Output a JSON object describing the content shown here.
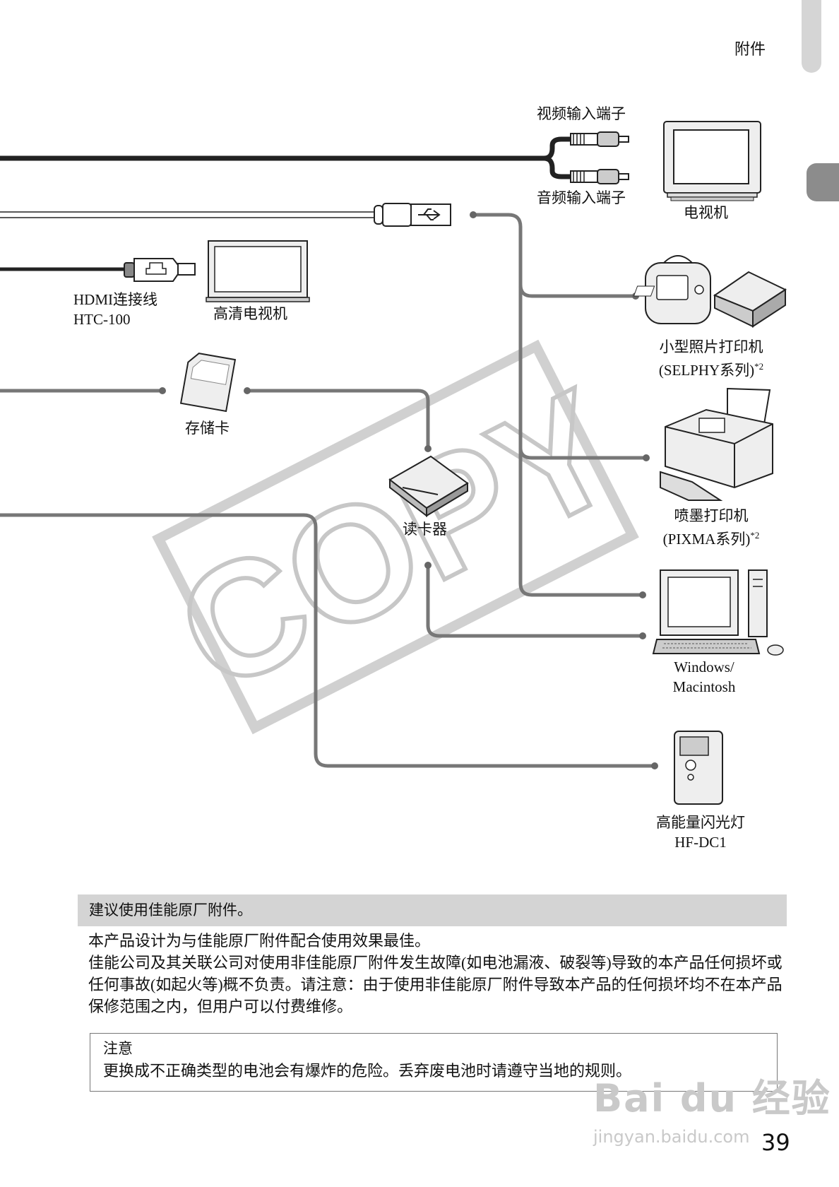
{
  "header": {
    "section": "附件",
    "page_number": "39"
  },
  "labels": {
    "video_in": "视频输入端子",
    "audio_in": "音频输入端子",
    "tv": "电视机",
    "hdmi_1": "HDMI连接线",
    "hdmi_2": "HTC-100",
    "hdtv": "高清电视机",
    "selphy_1": "小型照片打印机",
    "selphy_2": "(SELPHY系列)",
    "selphy_note": "*2",
    "memory_card": "存储卡",
    "pixma_1": "喷墨打印机",
    "pixma_2": "(PIXMA系列)",
    "pixma_note": "*2",
    "card_reader": "读卡器",
    "computer_1": "Windows/",
    "computer_2": "Macintosh",
    "flash_1": "高能量闪光灯",
    "flash_2": "HF-DC1"
  },
  "stamp": "COPY",
  "notice": {
    "heading": "建议使用佳能原厂附件。",
    "line1": "本产品设计为与佳能原厂附件配合使用效果最佳。",
    "line2": "佳能公司及其关联公司对使用非佳能原厂附件发生故障(如电池漏液、破裂等)导致的本产品任何损坏或任何事故(如起火等)概不负责。请注意：由于使用非佳能原厂附件导致本产品的任何损坏均不在本产品保修范围之内，但用户可以付费维修。"
  },
  "caution": {
    "title": "注意",
    "text": "更换成不正确类型的电池会有爆炸的危险。丢弃废电池时请遵守当地的规则。"
  },
  "watermark": {
    "brand": "Bai du 经验",
    "url": "jingyan.baidu.com"
  }
}
